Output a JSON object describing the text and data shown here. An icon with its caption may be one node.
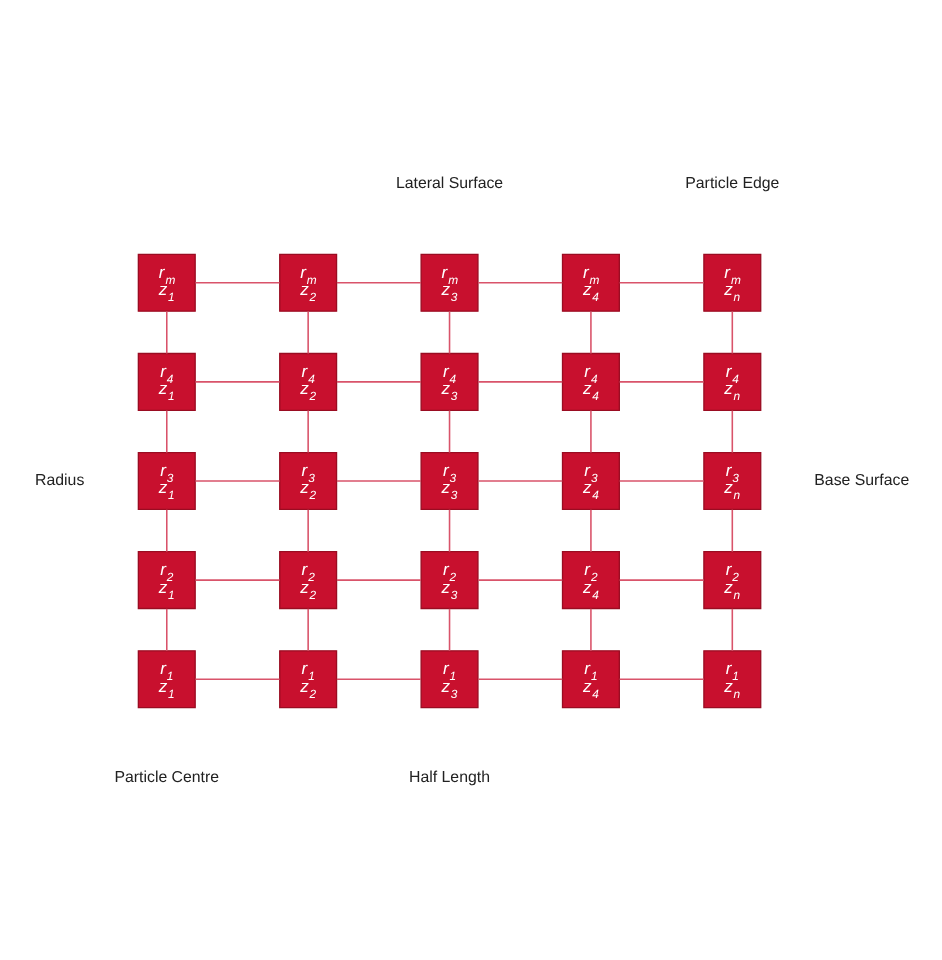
{
  "diagram": {
    "nodes": [
      {
        "text": [
          "r$_{m}$",
          "z$_{1}$"
        ]
      },
      {
        "text": [
          "r$_{m}$",
          "z$_{2}$"
        ]
      },
      {
        "text": [
          "r$_{m}$",
          "z$_{3}$"
        ]
      },
      {
        "text": [
          "r$_{m}$",
          "z$_{4}$"
        ]
      },
      {
        "text": [
          "r$_{m}$",
          "z$_{n}$"
        ]
      },
      {
        "text": [
          "r$_{4}$",
          "z$_{1}$"
        ]
      },
      {
        "text": [
          "r$_{4}$",
          "z$_{2}$"
        ]
      },
      {
        "text": [
          "r$_{4}$",
          "z$_{3}$"
        ]
      },
      {
        "text": [
          "r$_{4}$",
          "z$_{4}$"
        ]
      },
      {
        "text": [
          "r$_{4}$",
          "z$_{n}$"
        ]
      },
      {
        "text": [
          "r$_{3}$",
          "z$_{1}$"
        ]
      },
      {
        "text": [
          "r$_{3}$",
          "z$_{2}$"
        ]
      },
      {
        "text": [
          "r$_{3}$",
          "z$_{3}$"
        ]
      },
      {
        "text": [
          "r$_{3}$",
          "z$_{4}$"
        ]
      },
      {
        "text": [
          "r$_{3}$",
          "z$_{n}$"
        ]
      },
      {
        "text": [
          "r$_{2}$",
          "z$_{1}$"
        ]
      },
      {
        "text": [
          "r$_{2}$",
          "z$_{2}$"
        ]
      },
      {
        "text": [
          "r$_{2}$",
          "z$_{3}$"
        ]
      },
      {
        "text": [
          "r$_{2}$",
          "z$_{4}$"
        ]
      },
      {
        "text": [
          "r$_{2}$",
          "z$_{n}$"
        ]
      },
      {
        "text": [
          "r$_{1}$",
          "z$_{1}$"
        ]
      },
      {
        "text": [
          "r$_{1}$",
          "z$_{2}$"
        ]
      },
      {
        "text": [
          "r$_{1}$",
          "z$_{3}$"
        ]
      },
      {
        "text": [
          "r$_{1}$",
          "z$_{4}$"
        ]
      },
      {
        "text": [
          "r$_{1}$",
          "z$_{n}$"
        ]
      }
    ],
    "edges": [
      {
        "from": 0,
        "to": 1,
        "arrow": "none"
      },
      {
        "from": 1,
        "to": 2,
        "arrow": "none"
      },
      {
        "from": 2,
        "to": 3,
        "arrow": "none"
      },
      {
        "from": 3,
        "to": 4,
        "arrow": "none"
      },
      {
        "from": 0,
        "to": 5,
        "arrow": "none"
      },
      {
        "from": 1,
        "to": 6,
        "arrow": "none"
      },
      {
        "from": 2,
        "to": 7,
        "arrow": "none"
      },
      {
        "from": 3,
        "to": 8,
        "arrow": "none"
      },
      {
        "from": 4,
        "to": 9,
        "arrow": "none"
      },
      {
        "from": 5,
        "to": 6,
        "arrow": "none"
      },
      {
        "from": 6,
        "to": 7,
        "arrow": "none"
      },
      {
        "from": 7,
        "to": 8,
        "arrow": "none"
      },
      {
        "from": 8,
        "to": 9,
        "arrow": "none"
      },
      {
        "from": 5,
        "to": 10,
        "arrow": "none"
      },
      {
        "from": 6,
        "to": 11,
        "arrow": "none"
      },
      {
        "from": 7,
        "to": 12,
        "arrow": "none"
      },
      {
        "from": 8,
        "to": 13,
        "arrow": "none"
      },
      {
        "from": 9,
        "to": 14,
        "arrow": "none"
      },
      {
        "from": 10,
        "to": 11,
        "arrow": "none"
      },
      {
        "from": 11,
        "to": 12,
        "arrow": "none"
      },
      {
        "from": 12,
        "to": 13,
        "arrow": "none"
      },
      {
        "from": 13,
        "to": 14,
        "arrow": "none"
      },
      {
        "from": 10,
        "to": 15,
        "arrow": "none"
      },
      {
        "from": 11,
        "to": 16,
        "arrow": "none"
      },
      {
        "from": 12,
        "to": 17,
        "arrow": "none"
      },
      {
        "from": 13,
        "to": 18,
        "arrow": "none"
      },
      {
        "from": 14,
        "to": 19,
        "arrow": "none"
      },
      {
        "from": 15,
        "to": 16,
        "arrow": "none"
      },
      {
        "from": 16,
        "to": 17,
        "arrow": "none"
      },
      {
        "from": 17,
        "to": 18,
        "arrow": "none"
      },
      {
        "from": 18,
        "to": 19,
        "arrow": "none"
      },
      {
        "from": 15,
        "to": 20,
        "arrow": "none"
      },
      {
        "from": 16,
        "to": 21,
        "arrow": "none"
      },
      {
        "from": 17,
        "to": 22,
        "arrow": "none"
      },
      {
        "from": 18,
        "to": 23,
        "arrow": "none"
      },
      {
        "from": 19,
        "to": 24,
        "arrow": "none"
      },
      {
        "from": 20,
        "to": 21,
        "arrow": "none"
      },
      {
        "from": 21,
        "to": 22,
        "arrow": "none"
      },
      {
        "from": 22,
        "to": 23,
        "arrow": "none"
      },
      {
        "from": 23,
        "to": 24,
        "arrow": "none"
      }
    ],
    "labels": [
      "Lateral Surface",
      "Particle Edge",
      "Radius",
      "Base Surface",
      "Particle Centre",
      "Half Length"
    ]
  }
}
